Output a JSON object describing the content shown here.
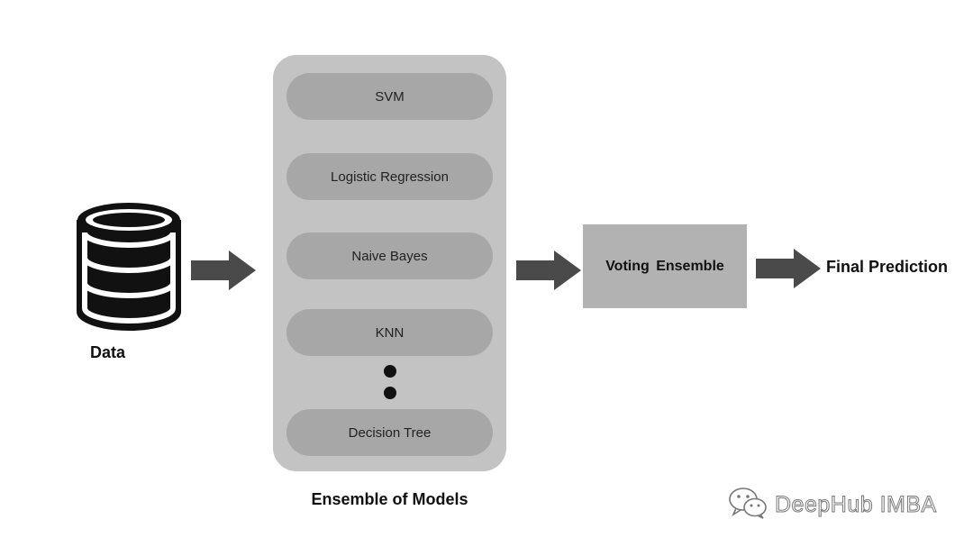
{
  "data_label": "Data",
  "ensemble": {
    "models": [
      "SVM",
      "Logistic Regression",
      "Naive Bayes",
      "KNN",
      "Decision Tree"
    ],
    "label": "Ensemble of Models"
  },
  "voting_label": "Voting  Ensemble",
  "final_label": "Final Prediction",
  "watermark": {
    "icon": "wechat-icon",
    "text": "DeepHub IMBA"
  },
  "colors": {
    "panel": "#c3c3c3",
    "pill": "#a7a7a7",
    "voting_box": "#b2b2b2",
    "arrow": "#4a4a4a"
  }
}
